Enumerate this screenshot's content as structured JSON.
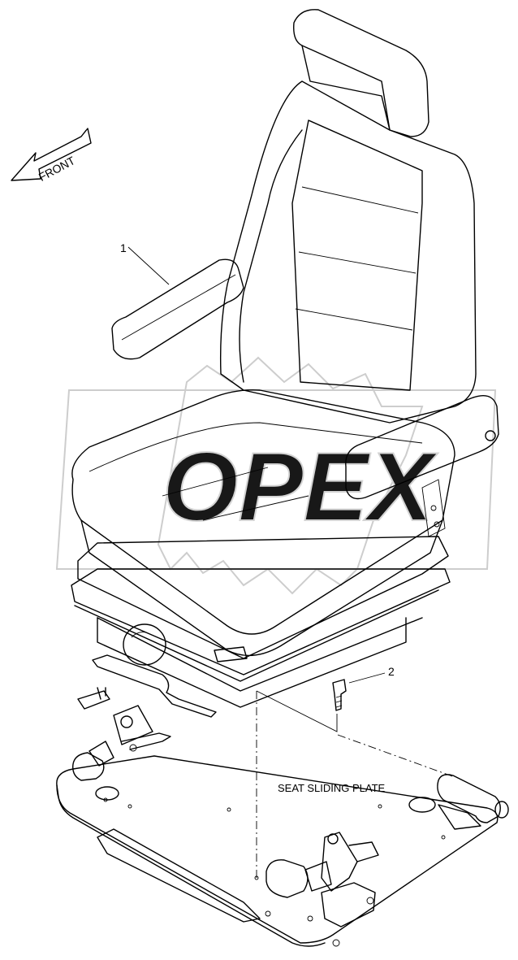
{
  "direction_arrow": {
    "label": "FRONT"
  },
  "callouts": [
    {
      "number": "1"
    },
    {
      "number": "2"
    }
  ],
  "labels": {
    "sliding_plate": "SEAT SLIDING PLATE"
  },
  "watermark": {
    "text": "OPEX"
  }
}
